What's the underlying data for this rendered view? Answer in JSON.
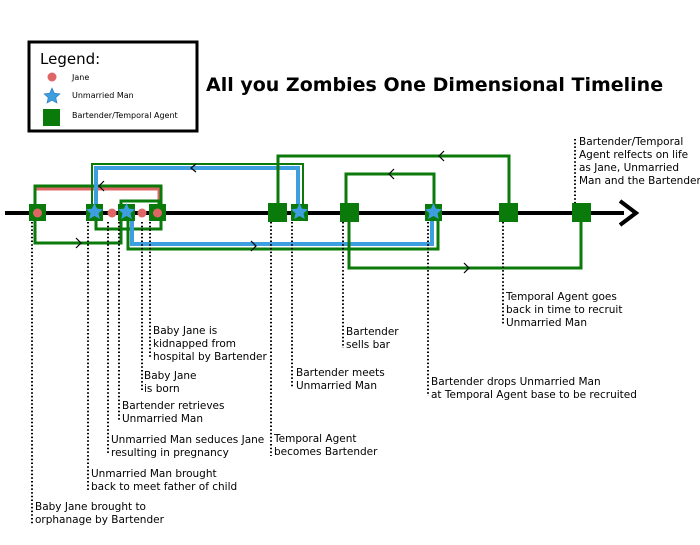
{
  "title": "All you Zombies One Dimensional Timeline",
  "legend": {
    "heading": "Legend:",
    "items": [
      {
        "label": "Jane",
        "marker": "circle",
        "color": "#e06666"
      },
      {
        "label": "Unmarried Man",
        "marker": "star",
        "color": "#3d9ee0"
      },
      {
        "label": "Bartender/Temporal Agent",
        "marker": "square",
        "color": "#0a7a0a"
      }
    ]
  },
  "colors": {
    "jane": "#e06666",
    "unmarried_man": "#3d9ee0",
    "bartender": "#0a7a0a",
    "timeline": "#000000"
  },
  "annotations": {
    "a1": [
      "Baby Jane brought to",
      "orphanage by Bartender"
    ],
    "a2": [
      "Unmarried Man brought",
      "back to meet father of child"
    ],
    "a3": [
      "Unmarried Man seduces Jane",
      "resulting in pregnancy"
    ],
    "a4": [
      "Bartender retrieves",
      "Unmarried Man"
    ],
    "a5": [
      "Baby Jane",
      "is born"
    ],
    "a6": [
      "Baby Jane is",
      "kidnapped from",
      "hospital by Bartender"
    ],
    "a7": [
      "Temporal Agent",
      "becomes Bartender"
    ],
    "a8": [
      "Bartender meets",
      "Unmarried Man"
    ],
    "a9": [
      "Bartender",
      "sells bar"
    ],
    "a10": [
      "Bartender drops Unmarried Man",
      "at Temporal Agent base to be recruited"
    ],
    "a11": [
      "Temporal Agent goes",
      "back in time to recruit",
      "Unmarried Man"
    ],
    "a12": [
      "Bartender/Temporal",
      "Agent relfects on life",
      "as Jane, Unmarried",
      "Man and the Bartender"
    ]
  }
}
